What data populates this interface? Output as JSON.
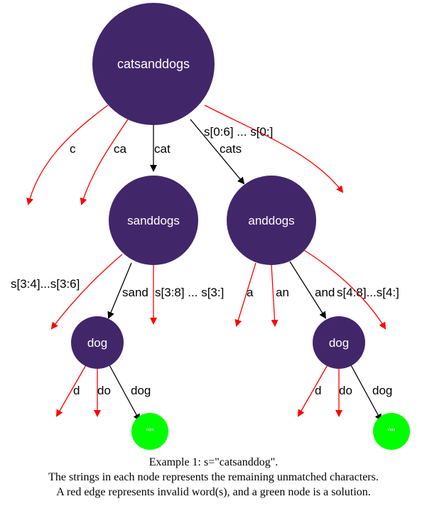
{
  "colors": {
    "node_fill": "#42266a",
    "solution_fill": "#00ff00",
    "valid_edge": "#000000",
    "invalid_edge": "#ff0000"
  },
  "nodes": {
    "root": "catsanddogs",
    "sanddogs": "sanddogs",
    "anddogs": "anddogs",
    "dog_left": "dog",
    "dog_right": "dog",
    "solution_left": "\"\"",
    "solution_right": "\"\""
  },
  "edges": {
    "root_c": "c",
    "root_ca": "ca",
    "root_cat": "cat",
    "root_cats_line1": "s[0:6] ... s[0:]",
    "root_cats_line2": "cats",
    "sand_left": "s[3:4]...s[3:6]",
    "sand_sand": "sand",
    "sand_right": "s[3:8] ... s[3:]",
    "and_a": "a",
    "and_an": "an",
    "and_and": "and",
    "and_right": "s[4:8]...s[4:]",
    "dogl_d": "d",
    "dogl_do": "do",
    "dogl_dog": "dog",
    "dogr_d": "d",
    "dogr_do": "do",
    "dogr_dog": "dog"
  },
  "caption": {
    "line1": "Example 1: s=\"catsanddog\".",
    "line2": "The strings in each node represents the remaining unmatched characters.",
    "line3": "A red edge represents invalid word(s), and a green node is a solution."
  }
}
